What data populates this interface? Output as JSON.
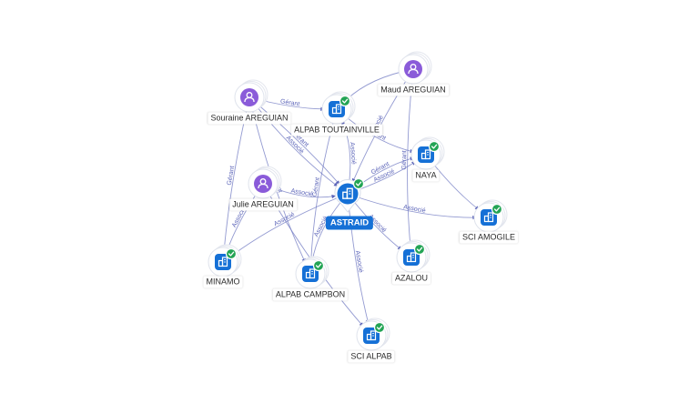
{
  "graph": {
    "nodes": [
      {
        "id": "astraid",
        "label": "ASTRAID",
        "type": "company",
        "center": true
      },
      {
        "id": "alpab-toutainville",
        "label": "ALPAB TOUTAINVILLE",
        "type": "company",
        "verified": true
      },
      {
        "id": "souraine",
        "label": "Souraine AREGUIAN",
        "type": "person"
      },
      {
        "id": "maud",
        "label": "Maud AREGUIAN",
        "type": "person"
      },
      {
        "id": "julie",
        "label": "Julie AREGUIAN",
        "type": "person"
      },
      {
        "id": "naya",
        "label": "NAYA",
        "type": "company",
        "verified": true
      },
      {
        "id": "sci-amogile",
        "label": "SCI AMOGILE",
        "type": "company",
        "verified": true
      },
      {
        "id": "azalou",
        "label": "AZALOU",
        "type": "company",
        "verified": true
      },
      {
        "id": "minamo",
        "label": "MINAMO",
        "type": "company",
        "verified": true
      },
      {
        "id": "alpab-campbon",
        "label": "ALPAB CAMPBON",
        "type": "company",
        "verified": true
      },
      {
        "id": "sci-alpab",
        "label": "SCI ALPAB",
        "type": "company",
        "verified": true
      }
    ],
    "edges": [
      {
        "from": "souraine",
        "to": "alpab-toutainville",
        "label": "Gérant"
      },
      {
        "from": "souraine",
        "to": "astraid",
        "label": "Associé"
      },
      {
        "from": "souraine",
        "to": "astraid",
        "label": "Gérant"
      },
      {
        "from": "souraine",
        "to": "minamo",
        "label": "Gérant"
      },
      {
        "from": "souraine",
        "to": "alpab-campbon",
        "label": "Gérant"
      },
      {
        "from": "maud",
        "to": "alpab-toutainville",
        "label": ""
      },
      {
        "from": "maud",
        "to": "astraid",
        "label": "Associé"
      },
      {
        "from": "maud",
        "to": "azalou",
        "label": "Gérant"
      },
      {
        "from": "julie",
        "to": "astraid",
        "label": "Associé"
      },
      {
        "from": "julie",
        "to": "minamo",
        "label": "Associé"
      },
      {
        "from": "julie",
        "to": "sci-alpab",
        "label": ""
      },
      {
        "from": "astraid",
        "to": "alpab-toutainville",
        "label": "Associé"
      },
      {
        "from": "astraid",
        "to": "naya",
        "label": "Associé"
      },
      {
        "from": "astraid",
        "to": "naya",
        "label": "Gérant"
      },
      {
        "from": "astraid",
        "to": "sci-amogile",
        "label": "Associé"
      },
      {
        "from": "astraid",
        "to": "azalou",
        "label": "Associé"
      },
      {
        "from": "astraid",
        "to": "minamo",
        "label": "Associé"
      },
      {
        "from": "astraid",
        "to": "alpab-campbon",
        "label": "Associé"
      },
      {
        "from": "astraid",
        "to": "sci-alpab",
        "label": "Associé"
      },
      {
        "from": "alpab-toutainville",
        "to": "alpab-campbon",
        "label": "Gérant"
      },
      {
        "from": "alpab-toutainville",
        "to": "naya",
        "label": "Gérant"
      },
      {
        "from": "naya",
        "to": "sci-amogile",
        "label": ""
      }
    ]
  },
  "colors": {
    "company": "#1570d6",
    "person": "#8a5bd9",
    "verified": "#23a455",
    "edge": "#6f78c2",
    "center_label_bg": "#1570d6"
  }
}
